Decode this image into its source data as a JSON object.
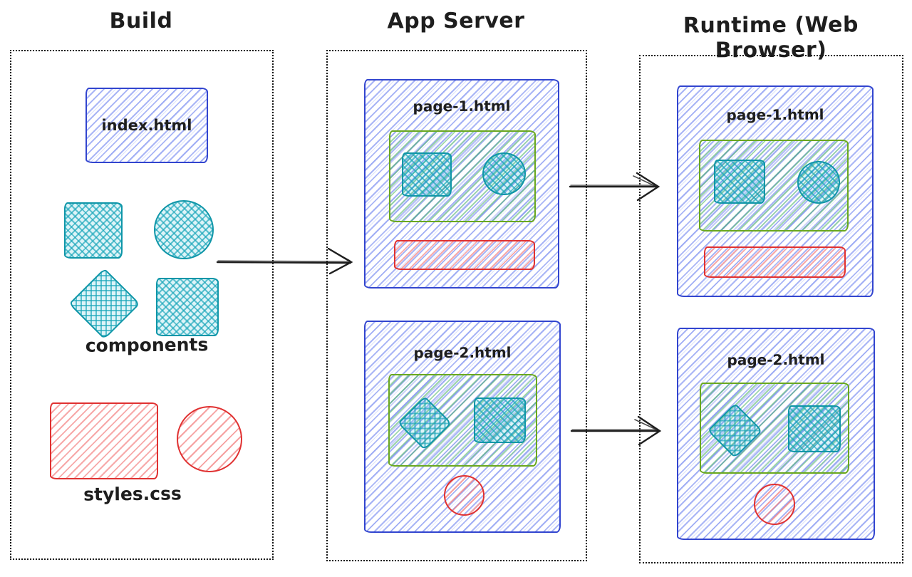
{
  "columns": [
    {
      "title": "Build"
    },
    {
      "title": "App Server"
    },
    {
      "title": "Runtime (Web Browser)"
    }
  ],
  "build": {
    "index_card_label": "index.html",
    "components_label": "components",
    "styles_label": "styles.css"
  },
  "app_server": {
    "page1_label": "page-1.html",
    "page2_label": "page-2.html"
  },
  "runtime": {
    "page1_label": "page-1.html",
    "page2_label": "page-2.html"
  },
  "colors": {
    "blue_stroke": "#3245cf",
    "blue_hatch": "#637aee",
    "teal_stroke": "#0f96a8",
    "teal_hatch": "#22b8cf",
    "green_stroke": "#6aa81f",
    "green_hatch": "#40c057",
    "red_stroke": "#e03131",
    "red_hatch": "#f06262",
    "arrow": "#1e1e1e",
    "dotted_border": "#161616"
  }
}
